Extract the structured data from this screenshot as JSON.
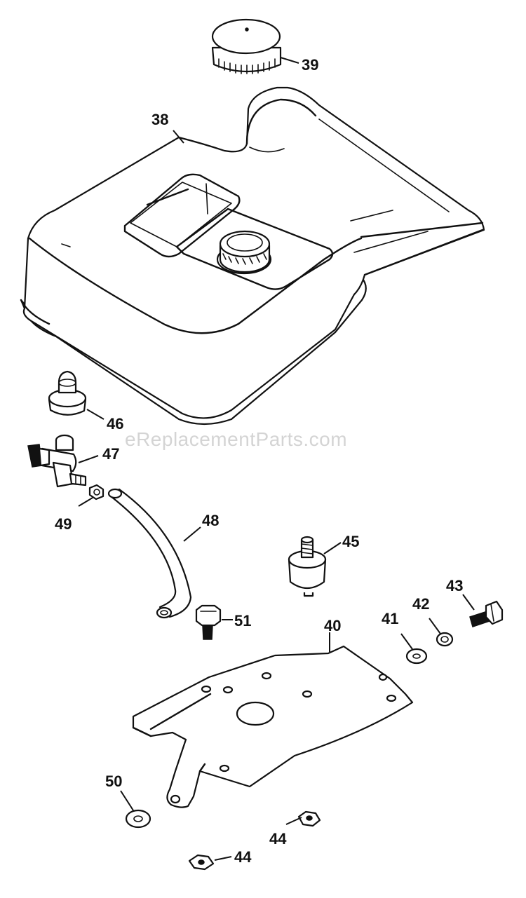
{
  "watermark": "eReplacementParts.com",
  "labels": {
    "p38": "38",
    "p39": "39",
    "p40": "40",
    "p41": "41",
    "p42": "42",
    "p43": "43",
    "p44a": "44",
    "p44b": "44",
    "p45": "45",
    "p46": "46",
    "p47": "47",
    "p48": "48",
    "p49": "49",
    "p50": "50",
    "p51": "51"
  },
  "colors": {
    "line": "#111111",
    "background": "#ffffff",
    "watermark": "#d4d4d4"
  }
}
